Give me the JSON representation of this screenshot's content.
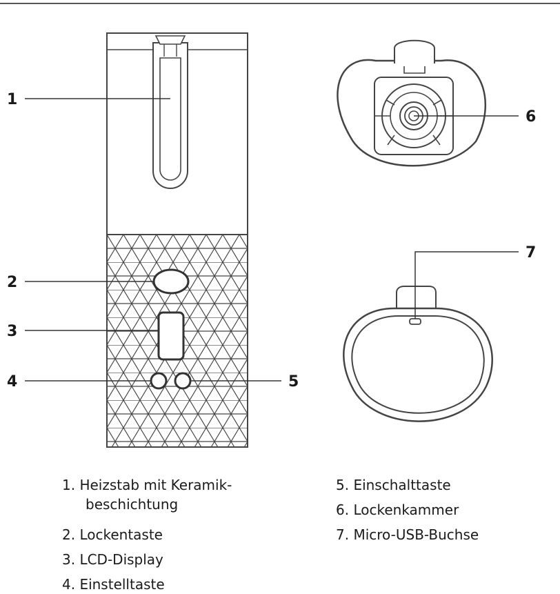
{
  "callouts": {
    "c1": "1",
    "c2": "2",
    "c3": "3",
    "c4": "4",
    "c5": "5",
    "c6": "6",
    "c7": "7"
  },
  "legend": {
    "item1_line1": "1.  Heizstab mit Keramik-",
    "item1_line2": "beschichtung",
    "item2": "2. Lockentaste",
    "item3": "3. LCD-Display",
    "item4": "4. Einstelltaste",
    "item5": "5. Einschalttaste",
    "item6": "6. Lockenkammer",
    "item7": "7. Micro-USB-Buchse"
  }
}
